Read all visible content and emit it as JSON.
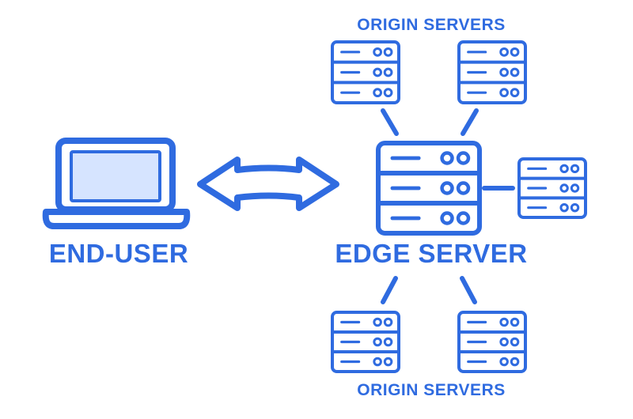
{
  "labels": {
    "origin_servers_top": "ORIGIN SERVERS",
    "origin_servers_bottom": "ORIGIN SERVERS",
    "end_user": "END-USER",
    "edge_server": "EDGE SERVER"
  },
  "icons": {
    "laptop": "laptop-icon",
    "arrow": "double-arrow-icon",
    "edge_server": "server-icon",
    "origin_server": "server-icon"
  },
  "colors": {
    "primary": "#2f6be0",
    "screen_fill": "#d6e4ff",
    "background": "#ffffff"
  }
}
